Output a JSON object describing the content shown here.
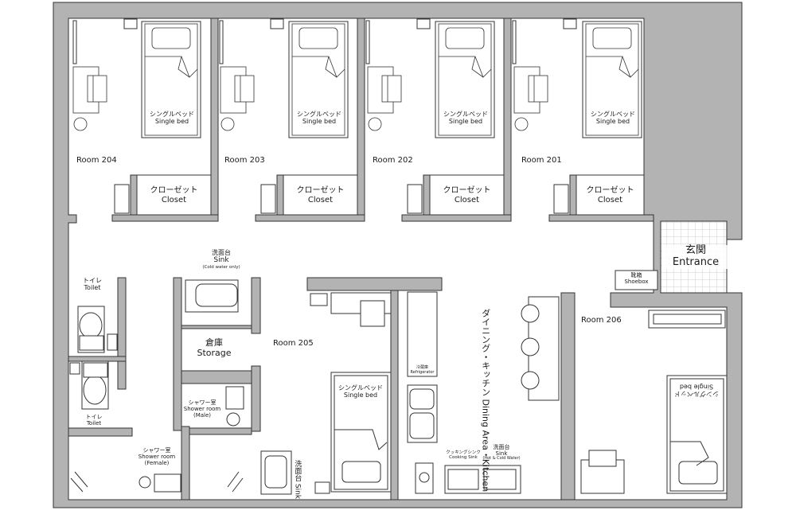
{
  "rooms": {
    "r204": "Room 204",
    "r203": "Room 203",
    "r202": "Room 202",
    "r201": "Room 201",
    "r205": "Room 205",
    "r206": "Room 206"
  },
  "closet": {
    "jp": "クローゼット",
    "en": "Closet"
  },
  "single_bed": {
    "jp": "シングルベッド",
    "en": "Single bed"
  },
  "sink_top": {
    "jp": "洗面台",
    "en": "Sink",
    "note": "(Cold water only)"
  },
  "storage": {
    "jp": "倉庫",
    "en": "Storage"
  },
  "toilet": {
    "jp": "トイレ",
    "en": "Toilet"
  },
  "shower_male": {
    "jp": "シャワー室",
    "en": "Shower room",
    "note": "(Male)"
  },
  "shower_female": {
    "jp": "シャワー室",
    "en": "Shower room",
    "note": "(Female)"
  },
  "sink_205": {
    "jp": "洗面台",
    "en": "Sink"
  },
  "refrigerator": {
    "jp": "冷蔵庫",
    "en": "Refrigerator"
  },
  "cooking_sink": {
    "jp": "クッキングシンク",
    "en": "Cooking Sink"
  },
  "sink_kitchen": {
    "jp": "洗面台",
    "en": "Sink",
    "note": "(Hot & Cold Water)"
  },
  "dining": {
    "jp": "ダイニング・キッチン",
    "en": "Dining Area・Kitchen"
  },
  "entrance": {
    "jp": "玄関",
    "en": "Entrance"
  },
  "shoebox": {
    "jp": "靴箱",
    "en": "Shoebox"
  },
  "colors": {
    "wall": "#b3b3b3",
    "line": "#333333",
    "floor": "#ffffff",
    "grid": "#cfcfcf"
  }
}
